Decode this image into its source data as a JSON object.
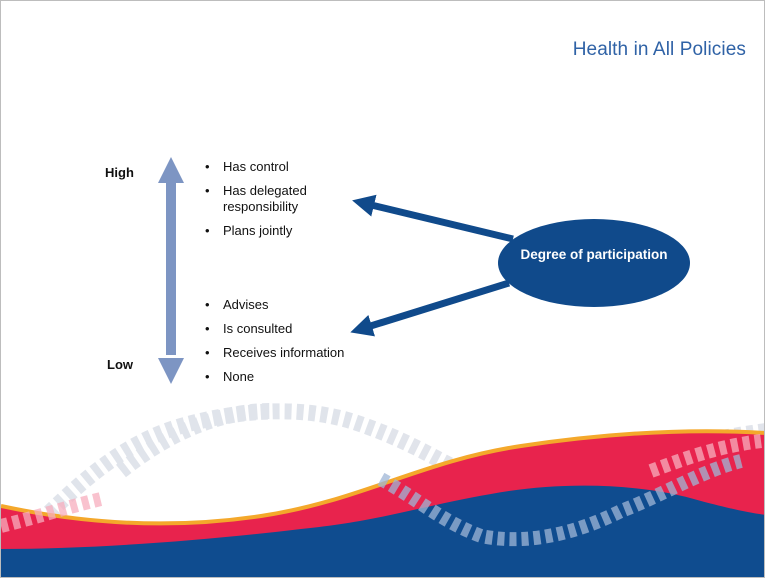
{
  "slide": {
    "title": "Health in All Policies"
  },
  "scale": {
    "high_label": "High",
    "low_label": "Low"
  },
  "levels_top": [
    {
      "text": "Has control"
    },
    {
      "text": "Has delegated responsibility"
    },
    {
      "text": "Plans jointly"
    }
  ],
  "levels_bottom": [
    {
      "text": "Advises"
    },
    {
      "text": "Is consulted"
    },
    {
      "text": "Receives information"
    },
    {
      "text": "None"
    }
  ],
  "center_node": {
    "label": "Degree of participation"
  },
  "bullet_char": "•",
  "colors": {
    "title": "#2f62a6",
    "scale_arrow": "#7d95c3",
    "node_fill": "#104a8b",
    "connector_arrow": "#104a8b",
    "wave_red": "#e8234d",
    "wave_gold": "#f4a82b",
    "wave_blue": "#0f4c8f"
  }
}
